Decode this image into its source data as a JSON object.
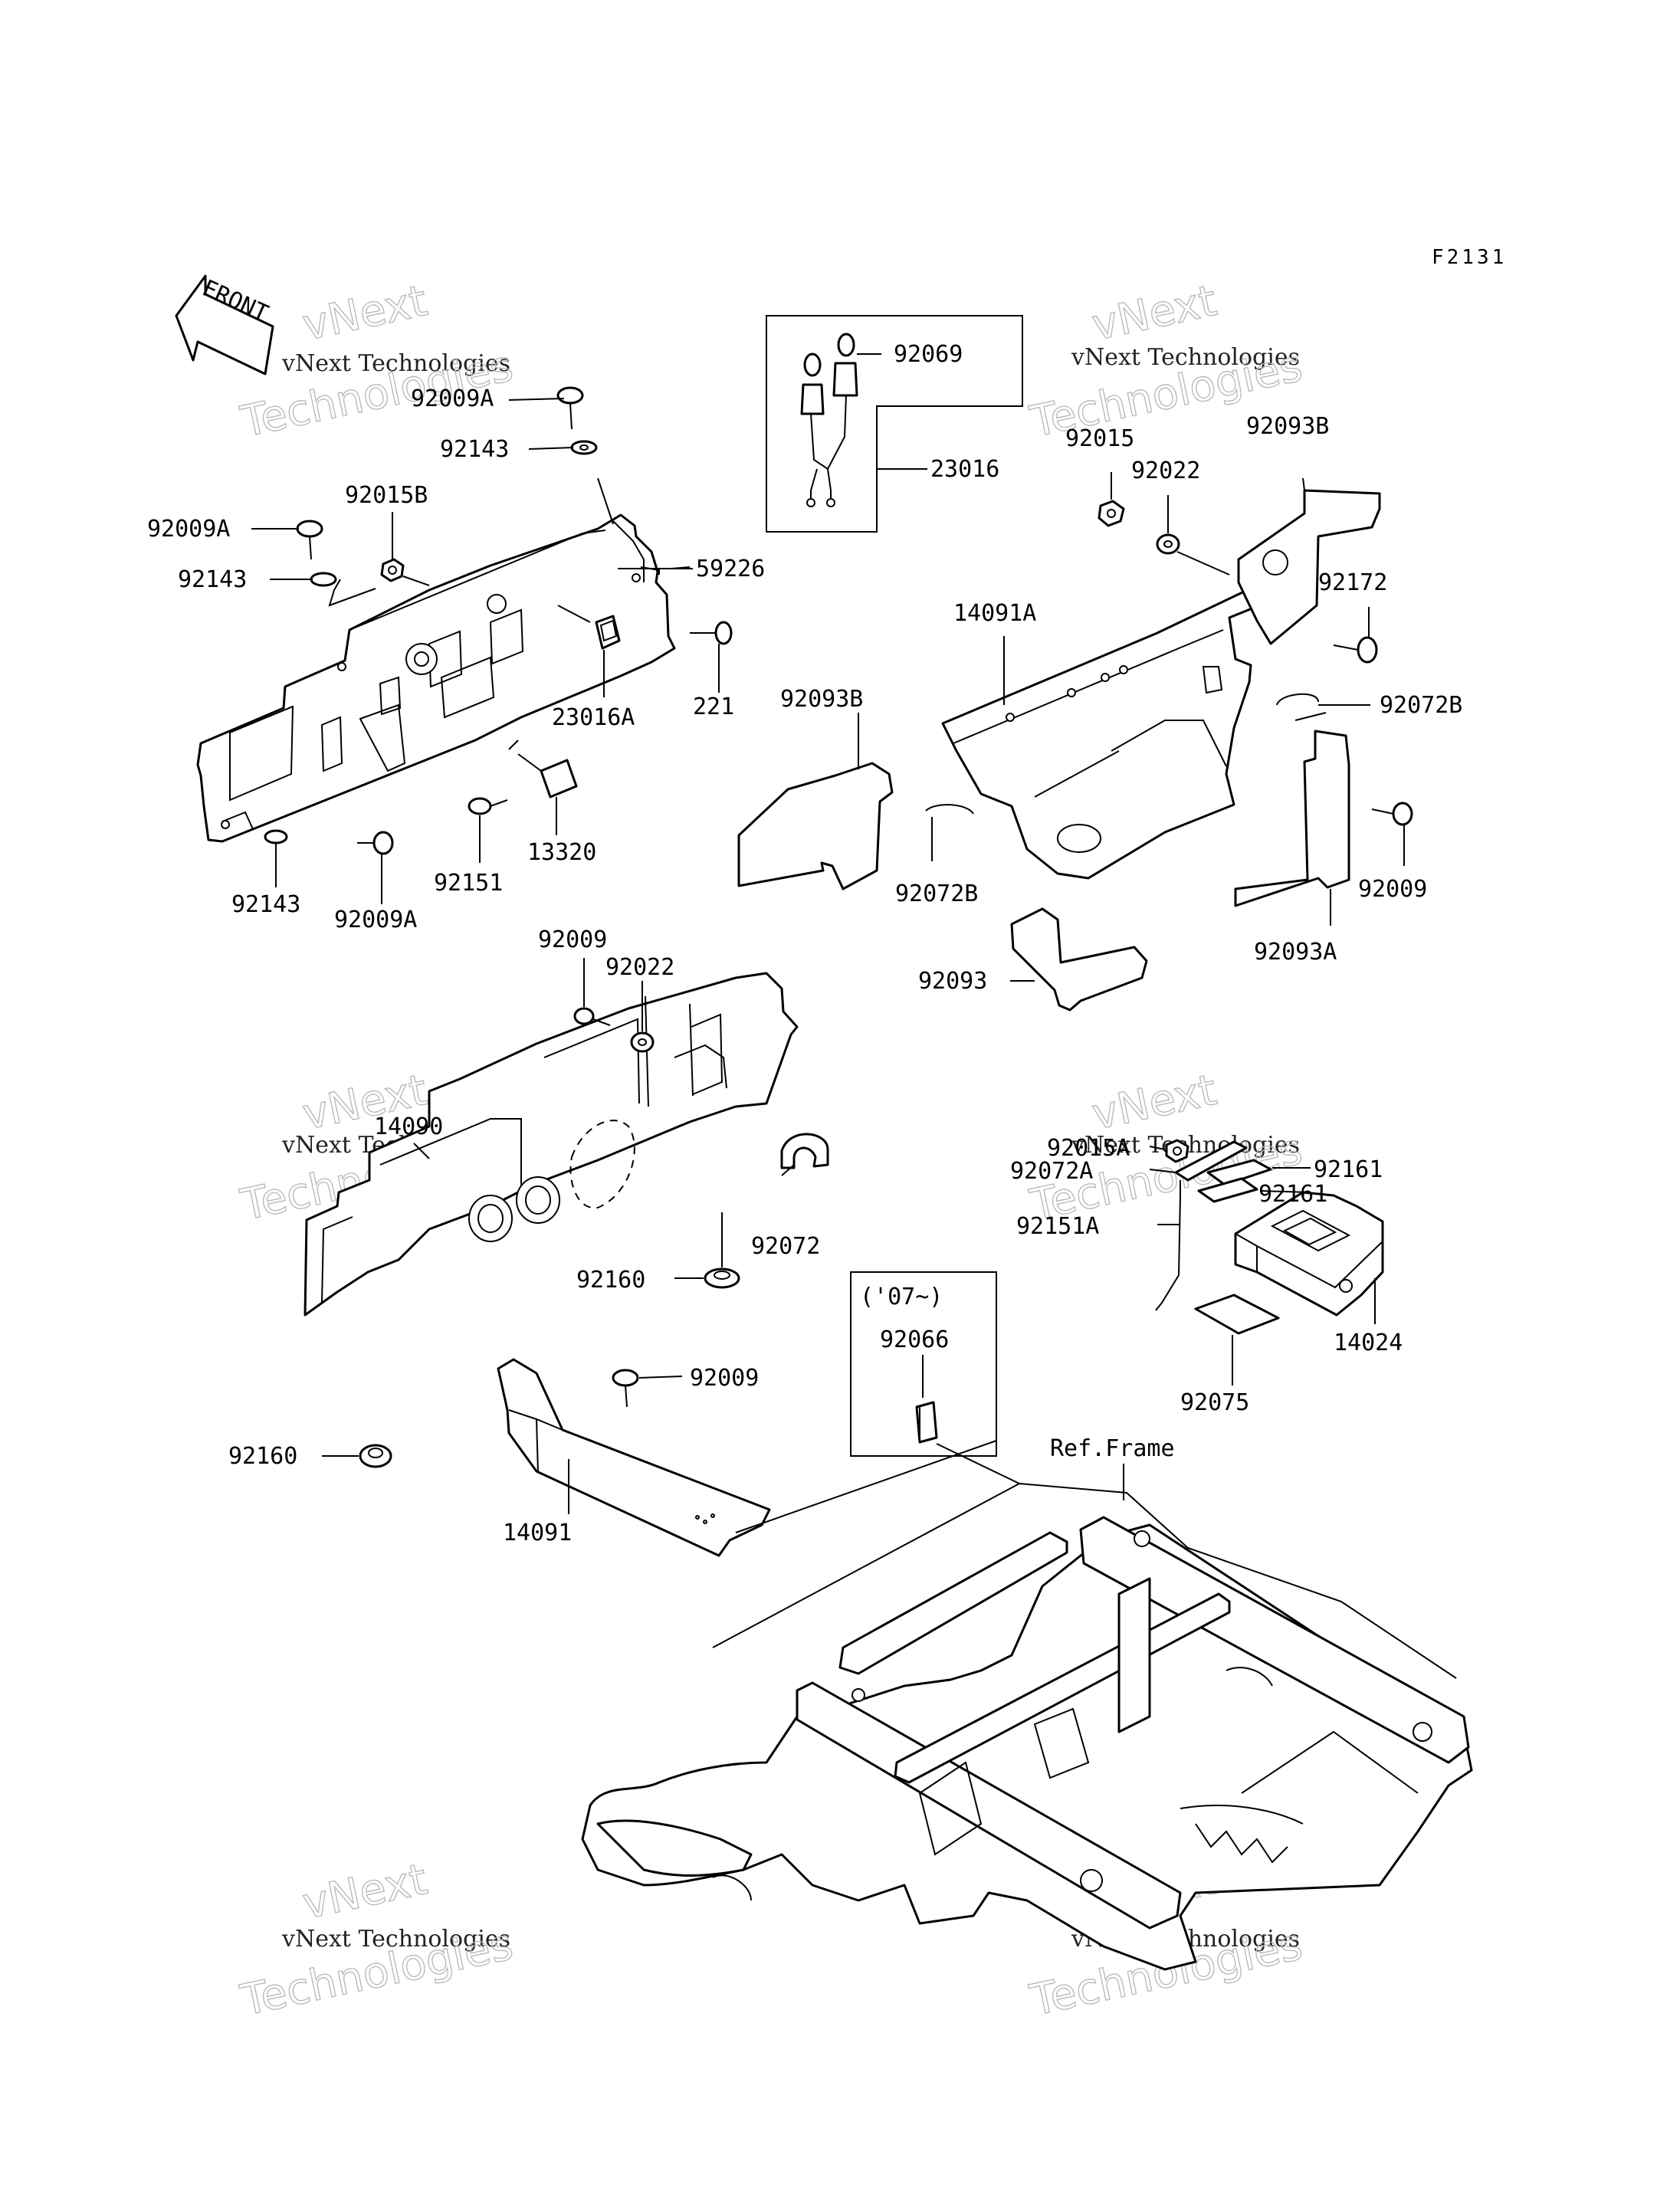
{
  "figure_code": "F2131",
  "front_arrow_text": "FRONT",
  "reference": "Ref.Frame",
  "year_note": "('07~)",
  "watermark": {
    "line1": "vNext Technologies",
    "line2": "vNext",
    "line3": "Technologies"
  },
  "part_labels": {
    "p92009A_1": "92009A",
    "p92143_1": "92143",
    "p92009A_2": "92009A",
    "p92015B": "92015B",
    "p92143_2": "92143",
    "p59226": "59226",
    "p221": "221",
    "p23016A": "23016A",
    "p92143_3": "92143",
    "p92009A_3": "92009A",
    "p92151": "92151",
    "p13320": "13320",
    "p92069": "92069",
    "p23016": "23016",
    "p92015": "92015",
    "p92022_1": "92022",
    "p92093B_1": "92093B",
    "p92172": "92172",
    "p14091A": "14091A",
    "p92072B_1": "92072B",
    "p92093B_2": "92093B",
    "p92072B_2": "92072B",
    "p92009_1": "92009",
    "p92093A": "92093A",
    "p92093": "92093",
    "p92009_2": "92009",
    "p92022_2": "92022",
    "p14090": "14090",
    "p92072": "92072",
    "p92160_1": "92160",
    "p92009_3": "92009",
    "p92160_2": "92160",
    "p14091": "14091",
    "p92066": "92066",
    "p92015A": "92015A",
    "p92072A": "92072A",
    "p92161_1": "92161",
    "p92161_2": "92161",
    "p92151A": "92151A",
    "p14024": "14024",
    "p92075": "92075"
  }
}
